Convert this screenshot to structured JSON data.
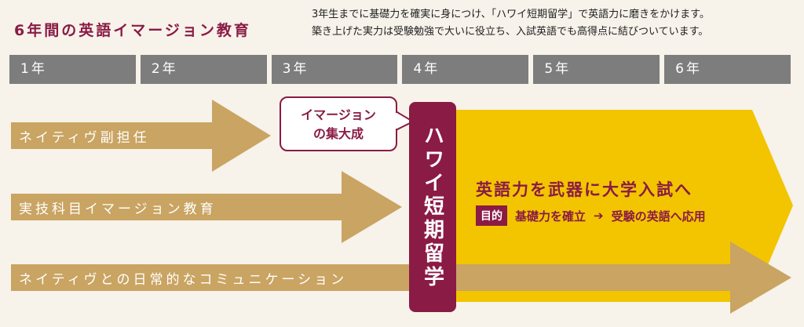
{
  "title": "6年間の英語イマージョン教育",
  "description": {
    "line1": "3年生までに基礎力を確実に身につけ、「ハワイ短期留学」で英語力に磨きをかけます。",
    "line2": "築き上げた実力は受験勉強で大いに役立ち、入試英語でも高得点に結びついています。"
  },
  "years": [
    "1年",
    "2年",
    "3年",
    "4年",
    "5年",
    "6年"
  ],
  "arrows": {
    "native_teacher": "ネイティヴ副担任",
    "practical_subjects": "実技科目イマージョン教育",
    "daily_communication": "ネイティヴとの日常的なコミュニケーション"
  },
  "callout": {
    "line1": "イマージョン",
    "line2": "の集大成"
  },
  "hawaii_label": "ハワイ短期留学",
  "goal": {
    "main": "英語力を武器に大学入試へ",
    "badge": "目的",
    "step1": "基礎力を確立",
    "arrow": "➔",
    "step2": "受験の英語へ応用"
  },
  "colors": {
    "accent": "#8a1b45",
    "gold": "#c9a462",
    "yellow": "#f2c500",
    "year_bar": "#7d7d7d"
  }
}
